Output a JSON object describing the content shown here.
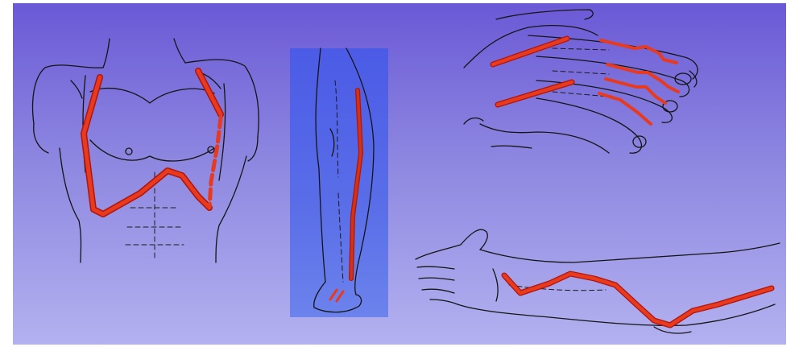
{
  "figure": {
    "background_top": "#6a59d6",
    "background_bottom": "#b3b1f0",
    "incision_color": "#e83a1e",
    "incision_outline": "#b0140a",
    "leg_panel_color": "#4b5be6",
    "panels": [
      {
        "id": "torso",
        "description_icon": "torso-sketch-icon"
      },
      {
        "id": "leg",
        "description_icon": "leg-sketch-icon"
      },
      {
        "id": "hand",
        "description_icon": "hand-sketch-icon"
      },
      {
        "id": "forearm",
        "description_icon": "forearm-sketch-icon"
      }
    ]
  }
}
